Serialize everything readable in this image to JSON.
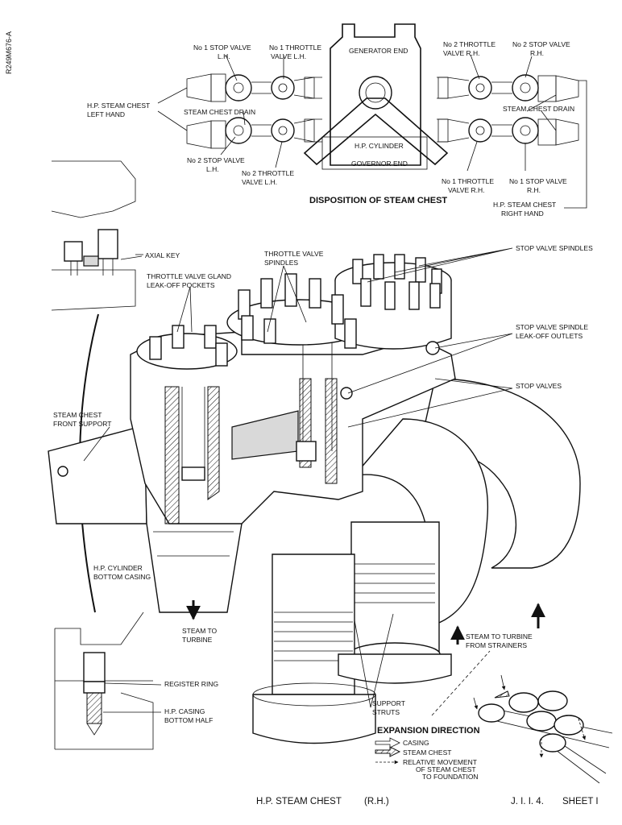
{
  "ref_code": "R249M676-A",
  "top_view": {
    "title": "DISPOSITION OF STEAM CHEST",
    "labels": {
      "no1_stop_lh": [
        "No 1 STOP VALVE",
        "L.H."
      ],
      "no1_throttle_lh": [
        "No 1 THROTTLE",
        "VALVE L.H."
      ],
      "generator_end": "GENERATOR END",
      "no2_throttle_rh": [
        "No 2 THROTTLE",
        "VALVE R.H."
      ],
      "no2_stop_rh": [
        "No 2 STOP VALVE",
        "R.H."
      ],
      "hp_chest_lh": [
        "H.P. STEAM CHEST",
        "LEFT HAND"
      ],
      "drain_left": "STEAM CHEST DRAIN",
      "drain_right": "STEAM CHEST DRAIN",
      "no2_stop_lh": [
        "No 2 STOP VALVE",
        "L.H."
      ],
      "no2_throttle_lh": [
        "No 2 THROTTLE",
        "VALVE L.H."
      ],
      "hp_cylinder": "H.P. CYLINDER",
      "governor_end": "GOVERNOR END",
      "no1_throttle_rh": [
        "No 1 THROTTLE",
        "VALVE R.H."
      ],
      "no1_stop_rh": [
        "No 1 STOP VALVE",
        "R.H."
      ],
      "hp_chest_rh": [
        "H.P. STEAM CHEST",
        "RIGHT HAND"
      ]
    }
  },
  "main_view": {
    "labels": {
      "axial_key": "AXIAL KEY",
      "throttle_spindles": [
        "THROTTLE VALVE",
        "SPINDLES"
      ],
      "stop_spindles": "STOP VALVE SPINDLES",
      "gland_leakoff": [
        "THROTTLE VALVE GLAND",
        "LEAK-OFF POCKETS"
      ],
      "spindle_leakoff": [
        "STOP VALVE SPINDLE",
        "LEAK-OFF OUTLETS"
      ],
      "stop_valves": "STOP VALVES",
      "front_support": [
        "STEAM CHEST",
        "FRONT SUPPORT"
      ],
      "hp_bottom_casing": [
        "H.P. CYLINDER",
        "BOTTOM CASING"
      ],
      "steam_to_turbine": [
        "STEAM TO",
        "TURBINE"
      ],
      "steam_from_strainers": [
        "STEAM TO TURBINE",
        "FROM STRAINERS"
      ],
      "register_ring": "REGISTER RING",
      "casing_bottom_half": [
        "H.P. CASING",
        "BOTTOM HALF"
      ],
      "support_struts": [
        "SUPPORT",
        "STRUTS"
      ]
    }
  },
  "legend": {
    "title": "EXPANSION DIRECTION",
    "items": [
      {
        "symbol": "hollow-arrow",
        "label": "CASING"
      },
      {
        "symbol": "hatched-arrow",
        "label": "STEAM CHEST"
      },
      {
        "symbol": "dashed-arrow",
        "label": [
          "RELATIVE MOVEMENT",
          "OF STEAM CHEST",
          "TO FOUNDATION"
        ]
      }
    ]
  },
  "footer": {
    "title": "H.P. STEAM CHEST",
    "side": "(R.H.)",
    "sheet_ref": "J. I. I. 4.",
    "sheet": "SHEET I"
  },
  "colors": {
    "ink": "#111111",
    "paper": "#ffffff",
    "shade": "#d9d9d9"
  }
}
